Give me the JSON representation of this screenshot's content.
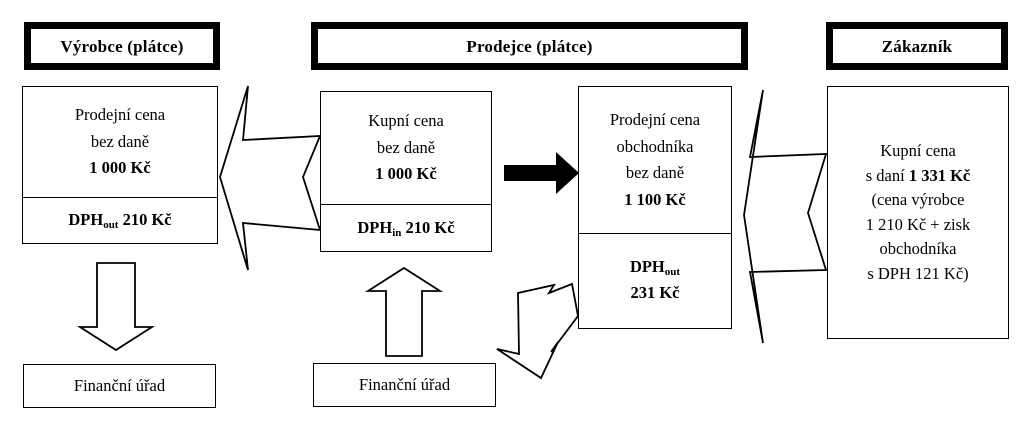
{
  "diagram": {
    "title": "DPH v obchodnim retezci",
    "language": "cs"
  },
  "headers": {
    "manufacturer": "Výrobce (plátce)",
    "seller": "Prodejce (plátce)",
    "customer": "Zákazník"
  },
  "manufacturer_box": {
    "price_lines": [
      "Prodejní cena",
      "bez daně"
    ],
    "price_amount": "1 000 Kč",
    "vat_prefix": "DPH",
    "vat_subscript": "out",
    "vat_amount": "210 Kč"
  },
  "seller_purchase_box": {
    "price_lines": [
      "Kupní cena",
      "bez daně"
    ],
    "price_amount": "1 000 Kč",
    "vat_prefix": "DPH",
    "vat_subscript": "in",
    "vat_amount": "210 Kč"
  },
  "seller_sale_box": {
    "price_lines": [
      "Prodejní cena",
      "obchodníka",
      "bez daně"
    ],
    "price_amount": "1 100 Kč",
    "vat_prefix": "DPH",
    "vat_subscript": "out",
    "vat_amount": "231 Kč"
  },
  "customer_box": {
    "line1": "Kupní cena",
    "line2_plain": "s daní ",
    "line2_bold": "1 331 Kč",
    "line3": "(cena výrobce",
    "line4": "1 210 Kč + zisk",
    "line5": "obchodníka",
    "line6": "s DPH 121 Kč)"
  },
  "tax_offices": {
    "manufacturer_office": "Finanční úřad",
    "seller_office": "Finanční úřad"
  },
  "arrows": {
    "supply_to_manufacturer": "chevron-left-manufacturer-to-seller",
    "goods_flow": "solid-arrow-right-purchase-to-sale",
    "customer_payment": "chevron-left-customer-to-seller",
    "manufacturer_vat_payment": "outline-arrow-down-to-tax-office",
    "seller_vat_payment": "outline-arrow-up-to-tax-office",
    "seller_vat_from_sale": "bent-outline-arrow-down-left"
  },
  "colors": {
    "ink": "#000000",
    "paper": "#ffffff"
  }
}
